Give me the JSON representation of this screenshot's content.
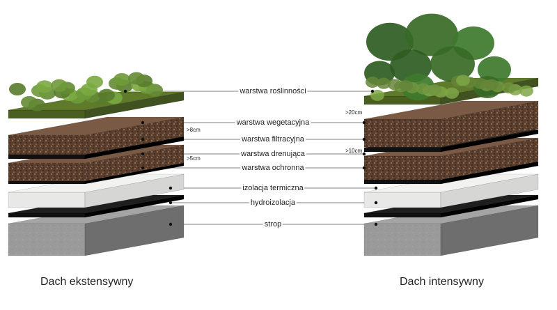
{
  "layers": [
    "warstwa roślinności",
    "warstwa wegetacyjna",
    "warstwa filtracyjna",
    "warstwa drenująca",
    "warstwa ochronna",
    "izolacja termiczna",
    "hydroizolacja",
    "strop"
  ],
  "extensive": {
    "title": "Dach ekstensywny",
    "vegetation_thickness": ">8cm",
    "drainage_thickness": ">5cm"
  },
  "intensive": {
    "title": "Dach intensywny",
    "vegetation_thickness": ">20cm",
    "drainage_thickness": ">10cm"
  },
  "colors": {
    "grass": "#5f7a2a",
    "soil": "#5a3e2e",
    "membrane": "#111111",
    "insulation": "#f2f2f0",
    "concrete": "#8f8f8f"
  }
}
